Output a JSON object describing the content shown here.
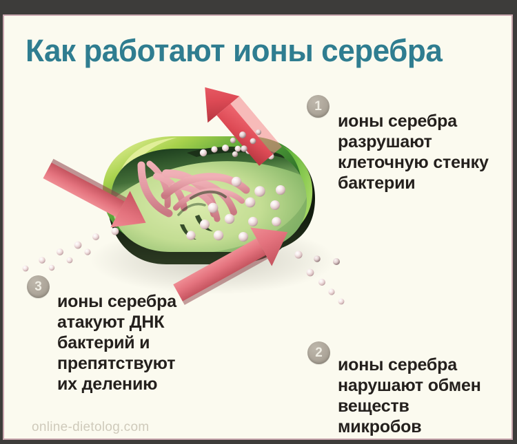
{
  "page": {
    "title": "Как работают ионы серебра",
    "watermark": "online-dietolog.com",
    "background_color": "#fbfaef",
    "frame_color": "#c9a6ae",
    "title_color": "#2f7d90",
    "text_color": "#24201d"
  },
  "badges": {
    "one": "1",
    "two": "2",
    "three": "3",
    "color": "#a79f93"
  },
  "steps": [
    {
      "number": "1",
      "text": "ионы серебра\nразрушают\nклеточную стенку\nбактерии",
      "arrow": "arrow-top-right-down-left"
    },
    {
      "number": "2",
      "text": "ионы серебра\nнарушают обмен\nвеществ\nмикробов",
      "arrow": "arrow-bottom-right-up-left"
    },
    {
      "number": "3",
      "text": "ионы серебра\nатакуют ДНК\nбактерий и\nпрепятствуют\nих делению",
      "arrow": "arrow-bottom-left-up-right"
    }
  ],
  "illustration": {
    "subject": "bacterium-cell",
    "cell_rim_color": "#3f8f3a",
    "cell_body_color": "#bcd98f",
    "cell_highlight_color": "#d6e98f",
    "cell_shadow_color": "#1b2a14",
    "dna_strand_color": "#e49aa2",
    "ion_dot_color": "#f3e6e6",
    "arrow_color": "#e0707a",
    "arrow_count": 3,
    "ion_dots_inside_count": 14,
    "dna_strands_count": 4
  }
}
